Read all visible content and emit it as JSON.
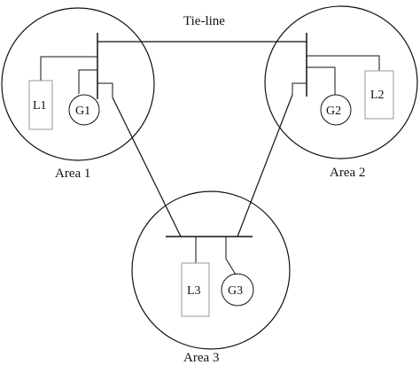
{
  "diagram": {
    "tie_line_label": "Tie-line",
    "areas": [
      {
        "label": "Area 1",
        "generator": "G1",
        "load": "L1"
      },
      {
        "label": "Area 2",
        "generator": "G2",
        "load": "L2"
      },
      {
        "label": "Area 3",
        "generator": "G3",
        "load": "L3"
      }
    ],
    "colors": {
      "line": "#111111",
      "load_box_stroke": "#999999"
    }
  }
}
